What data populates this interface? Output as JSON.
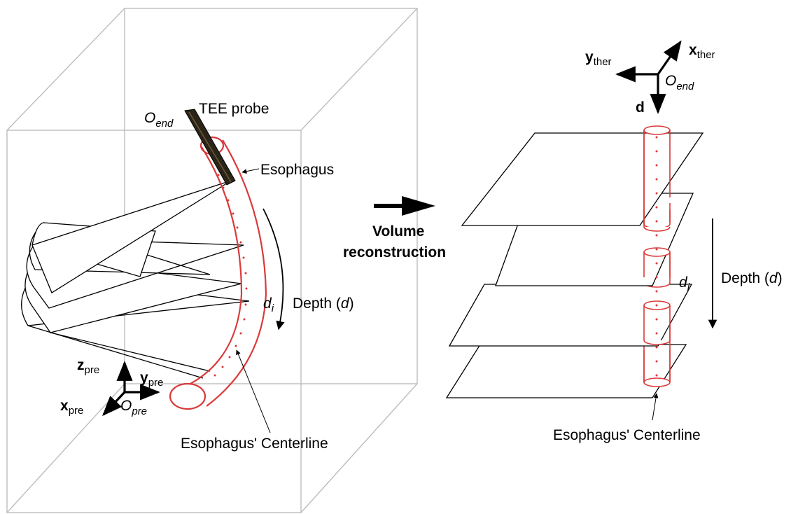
{
  "left_panel": {
    "probe_label": "TEE probe",
    "origin_end": {
      "base": "O",
      "sub": "end"
    },
    "esophagus_label": "Esophagus",
    "depth": {
      "prefix": "Depth (",
      "var": "d",
      "suffix": ")"
    },
    "di": {
      "base": "d",
      "sub": "i"
    },
    "centerline_label": "Esophagus' Centerline",
    "axes": {
      "z": {
        "base": "z",
        "sub": "pre"
      },
      "y": {
        "base": "y",
        "sub": "pre"
      },
      "x": {
        "base": "x",
        "sub": "pre"
      },
      "origin": {
        "base": "O",
        "sub": "pre"
      }
    }
  },
  "middle": {
    "line1": "Volume",
    "line2": "reconstruction"
  },
  "right_panel": {
    "axes": {
      "y": {
        "base": "y",
        "sub": "ther"
      },
      "x": {
        "base": "x",
        "sub": "ther"
      },
      "origin": {
        "base": "O",
        "sub": "end"
      },
      "d": "d"
    },
    "di": {
      "base": "d",
      "sub": "i"
    },
    "depth": {
      "prefix": "Depth (",
      "var": "d",
      "suffix": ")"
    },
    "centerline_label": "Esophagus' Centerline"
  },
  "colors": {
    "esophagus": "#d93a3a",
    "box": "#bdbdbd",
    "ink": "#000000",
    "probe": "#2b2418"
  }
}
